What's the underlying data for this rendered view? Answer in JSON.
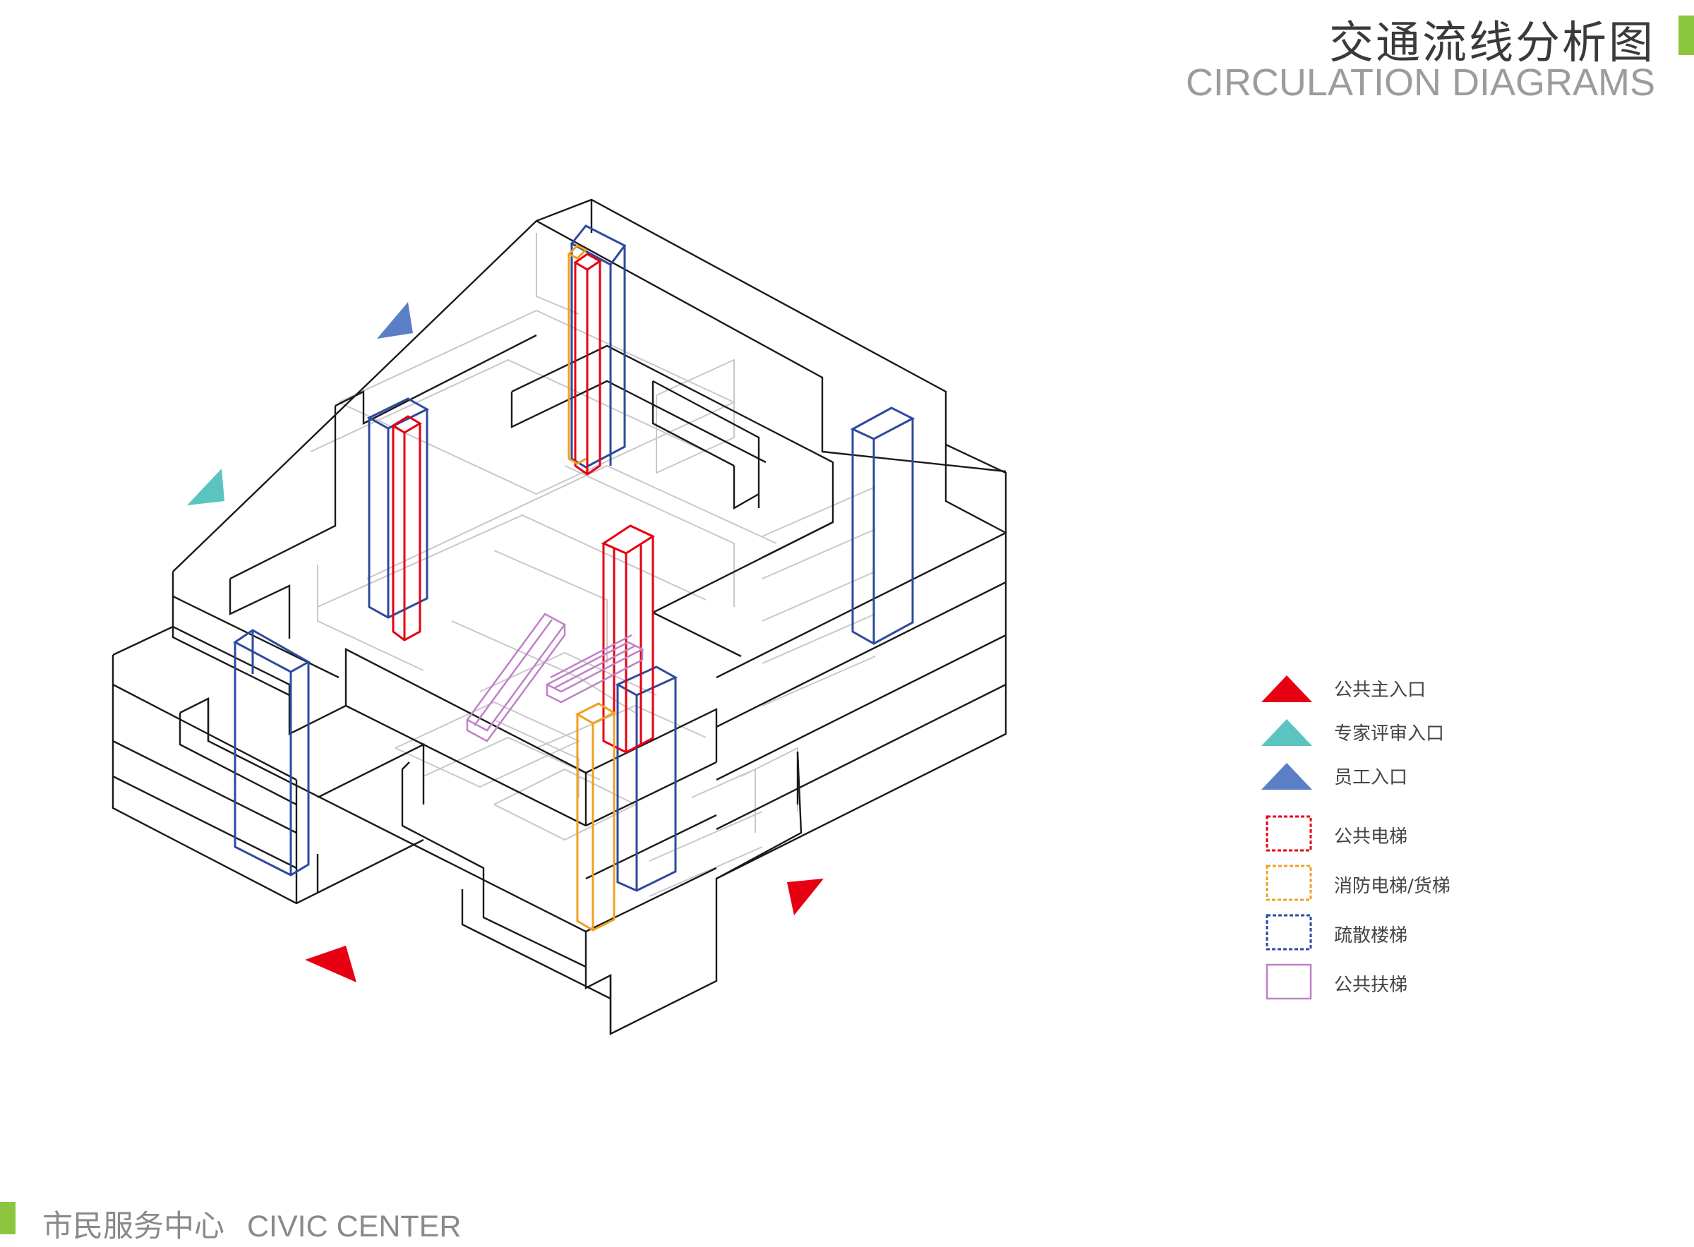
{
  "header": {
    "title_cn": "交通流线分析图",
    "title_en": "CIRCULATION DIAGRAMS"
  },
  "footer": {
    "name_cn": "市民服务中心",
    "name_en": "CIVIC CENTER"
  },
  "colors": {
    "accent_bar": "#8cc63f",
    "public_entrance": "#e60012",
    "expert_entrance": "#5bc4c0",
    "staff_entrance": "#5b7fc7",
    "public_elevator": "#e60012",
    "fire_elevator": "#f0a020",
    "evacuation_stair": "#2e4a9e",
    "escalator": "#c080c8",
    "building_lines": "#1a1a1a",
    "interior_lines": "#c8c8c8"
  },
  "legend": {
    "items": [
      {
        "label": "公共主入口",
        "icon": "red-triangle"
      },
      {
        "label": "专家评审入口",
        "icon": "teal-triangle"
      },
      {
        "label": "员工入口",
        "icon": "blue-triangle"
      },
      {
        "label": "公共电梯",
        "icon": "red-dashed-box"
      },
      {
        "label": "消防电梯/货梯",
        "icon": "orange-dashed-box"
      },
      {
        "label": "疏散楼梯",
        "icon": "blue-dashed-box"
      },
      {
        "label": "公共扶梯",
        "icon": "purple-box"
      }
    ]
  }
}
